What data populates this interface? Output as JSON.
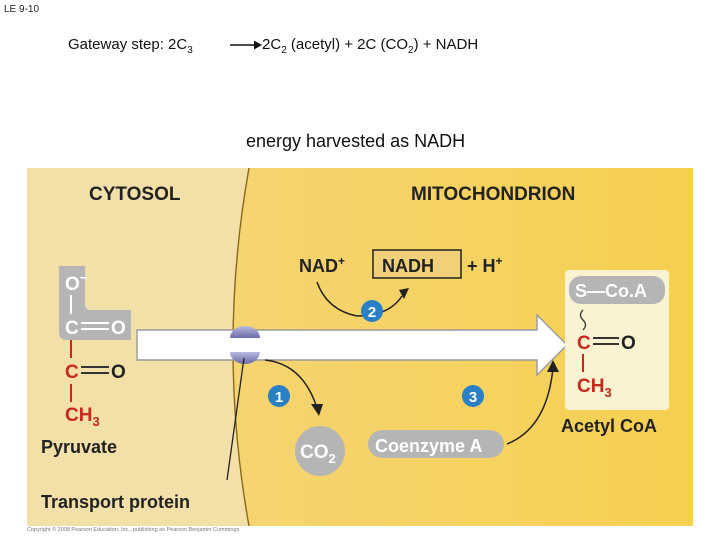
{
  "header": {
    "slide_label": "LE 9-10",
    "gateway_prefix": "Gateway step:  2C",
    "gateway_sub": "3",
    "product_a_prefix": "2C",
    "product_a_sub": "2",
    "product_a_suffix": " (acetyl)  +  2C (CO",
    "product_b_sub": "2",
    "product_b_suffix": ")  + NADH",
    "energy_note": "energy harvested as NADH"
  },
  "diagram": {
    "cytosol_label": "CYTOSOL",
    "mitochondrion_label": "MITOCHONDRION",
    "pyruvate": {
      "o_minus": "O",
      "minus": "−",
      "c1": "C",
      "o1": "O",
      "c2": "C",
      "o2": "O",
      "ch3": "CH",
      "ch3_sub": "3",
      "name": "Pyruvate"
    },
    "transport_protein_label": "Transport protein",
    "nad": "NAD",
    "nad_sup": "+",
    "nadh": "NADH",
    "h_plus": "+ H",
    "h_sup": "+",
    "step_1": "1",
    "step_2": "2",
    "step_3": "3",
    "co2": "CO",
    "co2_sub": "2",
    "coenzyme_a": "Coenzyme A",
    "acetyl_coa": {
      "s_coa": "S—Co.A",
      "c": "C",
      "o": "O",
      "ch3": "CH",
      "ch3_sub": "3",
      "name": "Acetyl CoA"
    },
    "colors": {
      "cytosol": "#f3dfa8",
      "mitochondrion": "#f6d25e",
      "molecule_box": "#b5b5b5",
      "step_circle": "#2a80c4",
      "arrow": "#ffffff",
      "carbon_red": "#c8281e",
      "protein": "#8a8ac0"
    }
  },
  "footer": {
    "copyright": "Copyright © 2008 Pearson Education, Inc., publishing as Pearson Benjamin Cummings."
  }
}
